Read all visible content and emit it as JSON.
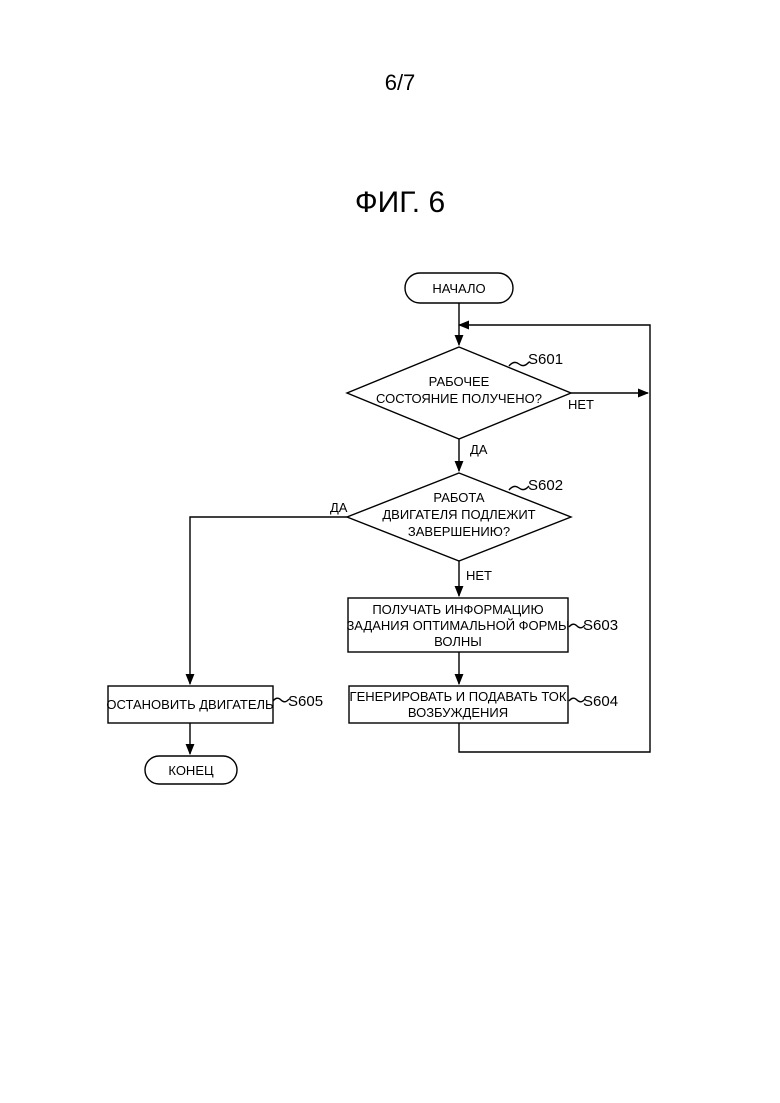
{
  "page_number": "6/7",
  "figure_title": "ФИГ. 6",
  "nodes": {
    "start": {
      "text": "НАЧАЛО"
    },
    "s601": {
      "lines": [
        "РАБОЧЕЕ",
        "СОСТОЯНИЕ ПОЛУЧЕНО?"
      ],
      "label": "S601"
    },
    "s602": {
      "lines": [
        "РАБОТА",
        "ДВИГАТЕЛЯ ПОДЛЕЖИТ",
        "ЗАВЕРШЕНИЮ?"
      ],
      "label": "S602"
    },
    "s603": {
      "lines": [
        "ПОЛУЧАТЬ ИНФОРМАЦИЮ",
        "ЗАДАНИЯ ОПТИМАЛЬНОЙ ФОРМЫ",
        "ВОЛНЫ"
      ],
      "label": "S603"
    },
    "s604": {
      "lines": [
        "ГЕНЕРИРОВАТЬ И ПОДАВАТЬ ТОК",
        "ВОЗБУЖДЕНИЯ"
      ],
      "label": "S604"
    },
    "s605": {
      "text": "ОСТАНОВИТЬ ДВИГАТЕЛЬ",
      "label": "S605"
    },
    "end": {
      "text": "КОНЕЦ"
    }
  },
  "branches": {
    "s601_no": "НЕТ",
    "s601_yes": "ДА",
    "s602_yes": "ДА",
    "s602_no": "НЕТ"
  }
}
